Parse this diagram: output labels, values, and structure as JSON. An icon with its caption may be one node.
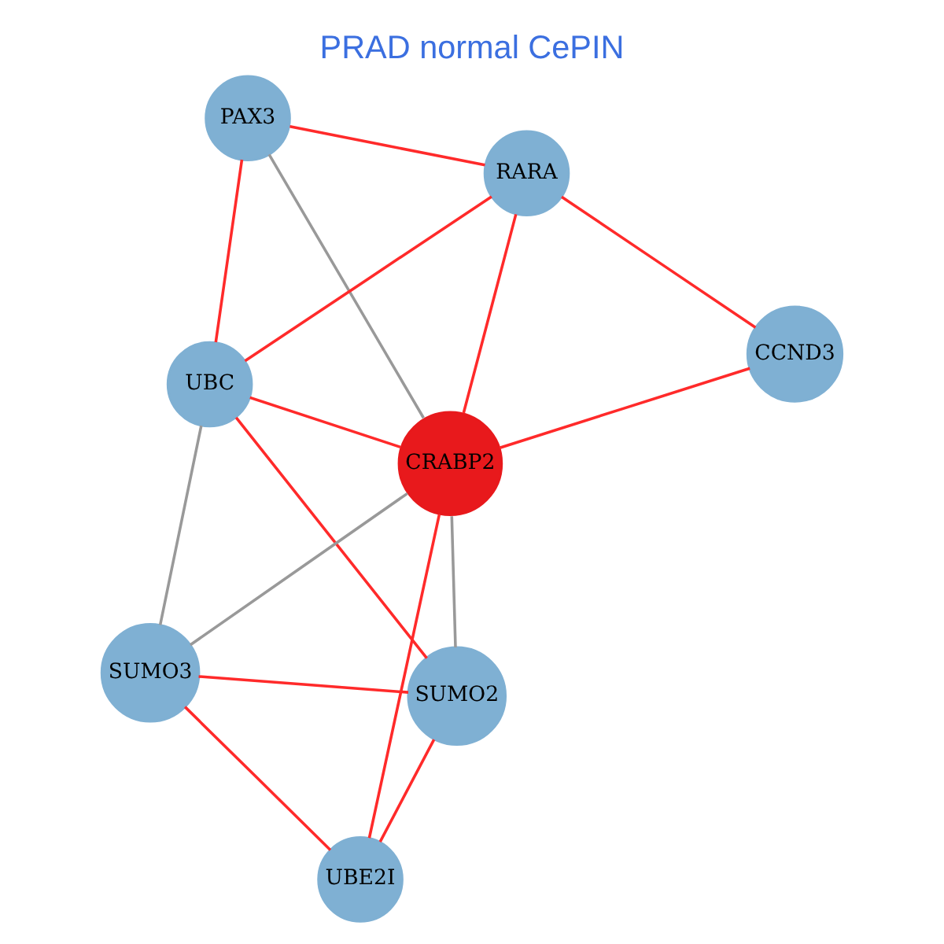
{
  "diagram": {
    "title": "PRAD normal CePIN",
    "nodes": [
      {
        "text": [
          "PAX3"
        ]
      },
      {
        "text": [
          "RARA"
        ]
      },
      {
        "text": [
          "CCND3"
        ]
      },
      {
        "text": [
          "UBC"
        ]
      },
      {
        "text": [
          "CRABP2"
        ]
      },
      {
        "text": [
          "SUMO2"
        ]
      },
      {
        "text": [
          "SUMO3"
        ]
      },
      {
        "text": [
          "UBE2I"
        ]
      }
    ],
    "edges": [
      {
        "from": 1,
        "to": 0,
        "arrow": "none"
      },
      {
        "from": 1,
        "to": 2,
        "arrow": "none"
      },
      {
        "from": 1,
        "to": 4,
        "arrow": "none"
      },
      {
        "from": 1,
        "to": 3,
        "arrow": "none"
      },
      {
        "from": 0,
        "to": 3,
        "arrow": "none"
      },
      {
        "from": 0,
        "to": 4,
        "arrow": "none",
        "color": "#999999"
      },
      {
        "from": 2,
        "to": 4,
        "arrow": "none"
      },
      {
        "from": 4,
        "to": 3,
        "arrow": "none"
      },
      {
        "from": 4,
        "to": 5,
        "arrow": "none",
        "color": "#999999"
      },
      {
        "from": 4,
        "to": 6,
        "arrow": "none",
        "color": "#999999"
      },
      {
        "from": 4,
        "to": 7,
        "arrow": "none"
      },
      {
        "from": 3,
        "to": 5,
        "arrow": "none"
      },
      {
        "from": 3,
        "to": 6,
        "arrow": "none",
        "color": "#999999"
      },
      {
        "from": 5,
        "to": 6,
        "arrow": "none"
      },
      {
        "from": 5,
        "to": 7,
        "arrow": "none"
      },
      {
        "from": 6,
        "to": 7,
        "arrow": "none"
      }
    ]
  }
}
